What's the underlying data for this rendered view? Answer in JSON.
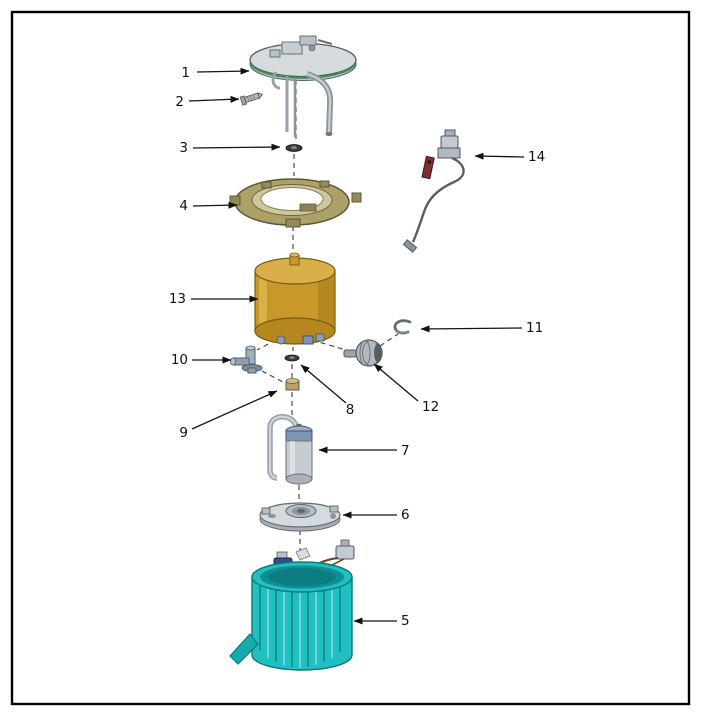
{
  "diagram": {
    "type": "exploded-parts-diagram",
    "background": "#ffffff",
    "frame_color": "#000000",
    "colors": {
      "flange_rim": "#3f8a52",
      "lock_ring": "#aca268",
      "filter_housing": "#c8982a",
      "filter_housing_top": "#d9af4a",
      "pump_band": "#7d96b5",
      "pump_body": "#c6ccd1",
      "reservoir": "#22bfc2",
      "reservoir_dark": "#0e8f92",
      "harness_red": "#7e2f2f",
      "metal": "#b2bac0",
      "line": "#141414"
    },
    "callouts": [
      {
        "number": "1"
      },
      {
        "number": "2"
      },
      {
        "number": "3"
      },
      {
        "number": "4"
      },
      {
        "number": "5"
      },
      {
        "number": "6"
      },
      {
        "number": "7"
      },
      {
        "number": "8"
      },
      {
        "number": "9"
      },
      {
        "number": "10"
      },
      {
        "number": "11"
      },
      {
        "number": "12"
      },
      {
        "number": "13"
      },
      {
        "number": "14"
      }
    ]
  }
}
